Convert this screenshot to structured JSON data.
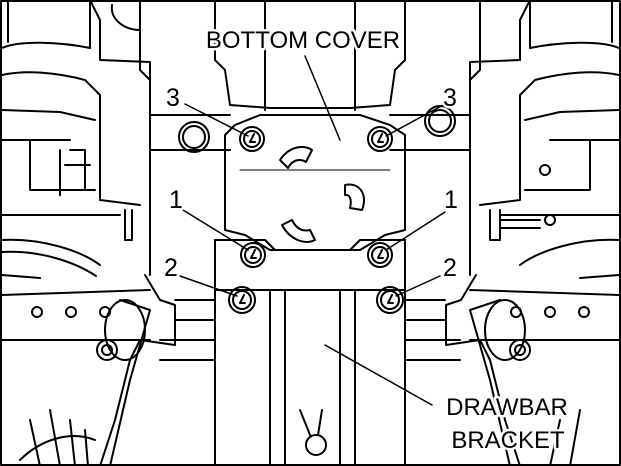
{
  "labels": {
    "bottom_cover": "BOTTOM COVER",
    "drawbar_line1": "DRAWBAR",
    "drawbar_line2": "BRACKET"
  },
  "callouts": [
    {
      "id": "3-left",
      "text": "3"
    },
    {
      "id": "3-right",
      "text": "3"
    },
    {
      "id": "1-left",
      "text": "1"
    },
    {
      "id": "1-right",
      "text": "1"
    },
    {
      "id": "2-left",
      "text": "2"
    },
    {
      "id": "2-right",
      "text": "2"
    }
  ],
  "colors": {
    "line": "#000000",
    "background": "#ffffff"
  }
}
